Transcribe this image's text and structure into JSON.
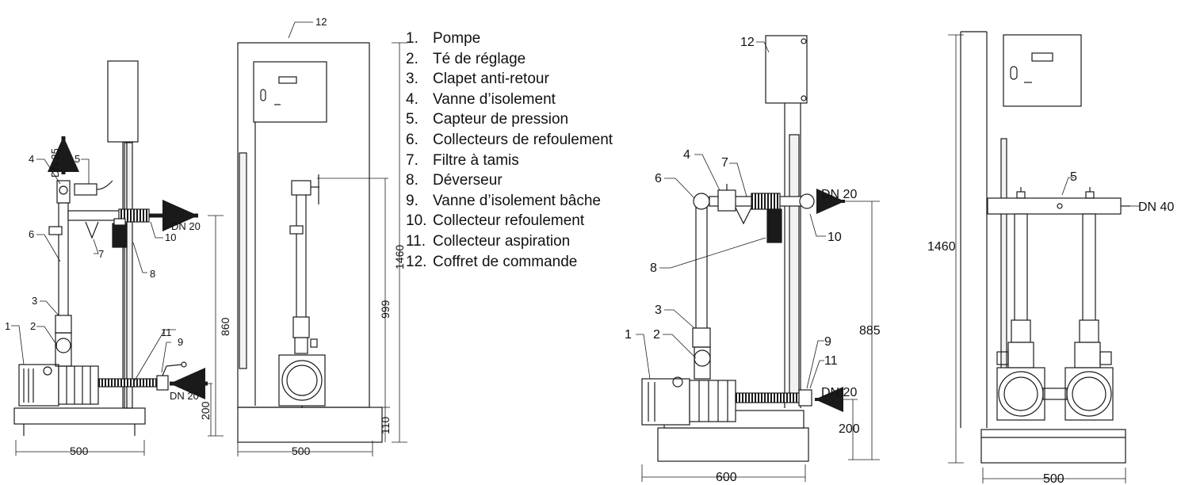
{
  "legend": [
    {
      "num": "1.",
      "label": "Pompe"
    },
    {
      "num": "2.",
      "label": "Té de réglage"
    },
    {
      "num": "3.",
      "label": "Clapet anti-retour"
    },
    {
      "num": "4.",
      "label": "Vanne d’isolement"
    },
    {
      "num": "5.",
      "label": "Capteur de pression"
    },
    {
      "num": "6.",
      "label": "Collecteurs de refoulement"
    },
    {
      "num": "7.",
      "label": "Filtre à tamis"
    },
    {
      "num": "8.",
      "label": "Déverseur"
    },
    {
      "num": "9.",
      "label": "Vanne d’isolement bâche"
    },
    {
      "num": "10.",
      "label": "Collecteur refoulement"
    },
    {
      "num": "11.",
      "label": "Collecteur aspiration"
    },
    {
      "num": "12.",
      "label": "Coffret de commande"
    }
  ],
  "single_pump": {
    "side": {
      "callouts": [
        "1",
        "2",
        "3",
        "4",
        "5",
        "6",
        "7",
        "8",
        "9",
        "10",
        "11"
      ],
      "outlet_top": "DN 25",
      "outlet_right": "DN 20",
      "inlet": "DN 20",
      "dim_width": "500",
      "dim_height": "860",
      "dim_base": "200"
    },
    "front": {
      "callout_box": "12",
      "dim_width": "500",
      "dim_total": "1460",
      "dim_outlet": "999",
      "dim_base": "110"
    }
  },
  "twin_pump": {
    "side": {
      "callouts": [
        "1",
        "2",
        "3",
        "4",
        "6",
        "7",
        "8",
        "9",
        "10",
        "11",
        "12"
      ],
      "outlet": "DN 20",
      "inlet": "DN 20",
      "dim_width": "600",
      "dim_height": "885",
      "dim_base": "200"
    },
    "front": {
      "callout_sensor": "5",
      "manifold": "DN 40",
      "dim_total": "1460",
      "dim_width": "500"
    }
  },
  "colors": {
    "line": "#1a1a1a",
    "fill_light": "#f2f2f2",
    "fill_dark": "#1a1a1a"
  }
}
